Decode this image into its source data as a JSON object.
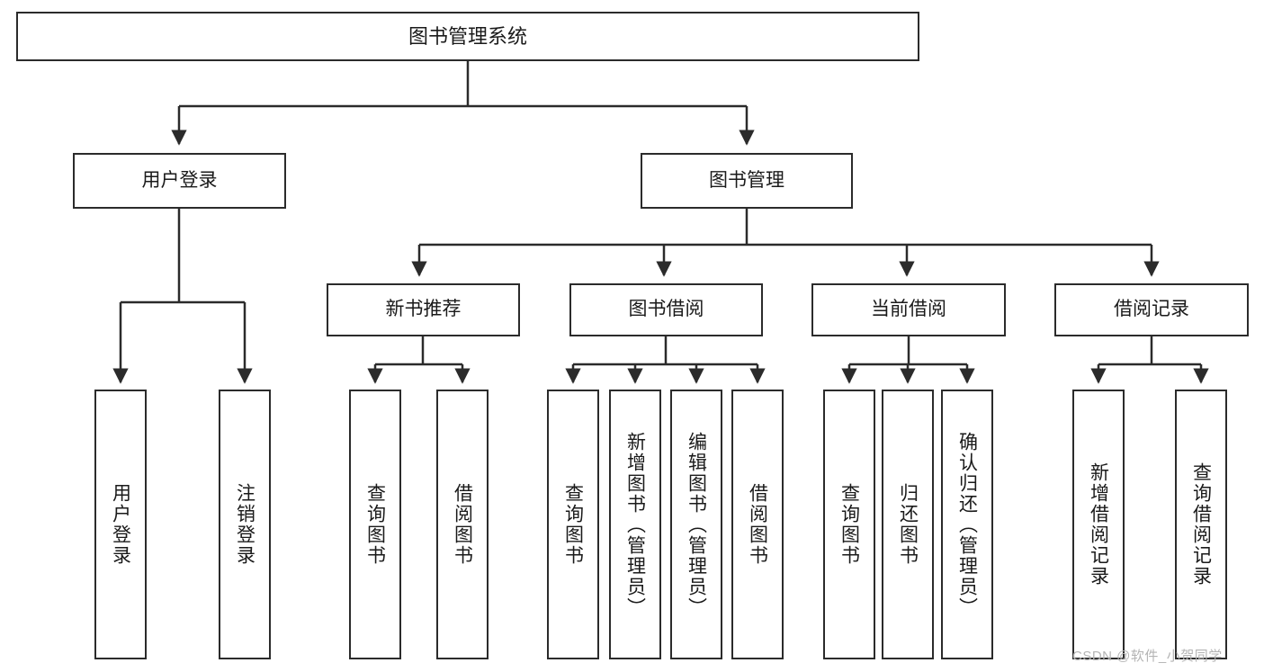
{
  "diagram": {
    "title_node": {
      "label": "图书管理系统"
    },
    "level2": [
      {
        "label": "用户登录"
      },
      {
        "label": "图书管理"
      }
    ],
    "level3": [
      {
        "label": "新书推荐"
      },
      {
        "label": "图书借阅"
      },
      {
        "label": "当前借阅"
      },
      {
        "label": "借阅记录"
      }
    ],
    "leaves": {
      "user_login": [
        {
          "label": "用户登录"
        },
        {
          "label": "注销登录"
        }
      ],
      "new_book_recommend": [
        {
          "label": "查询图书"
        },
        {
          "label": "借阅图书"
        }
      ],
      "book_borrow": [
        {
          "label": "查询图书"
        },
        {
          "label": "新增图书（管理员）"
        },
        {
          "label": "编辑图书（管理员）"
        },
        {
          "label": "借阅图书"
        }
      ],
      "current_borrow": [
        {
          "label": "查询图书"
        },
        {
          "label": "归还图书"
        },
        {
          "label": "确认归还（管理员）"
        }
      ],
      "borrow_record": [
        {
          "label": "新增借阅记录"
        },
        {
          "label": "查询借阅记录"
        }
      ]
    },
    "watermark": {
      "text": "CSDN @软件_小贺同学"
    },
    "colors": {
      "stroke": "#2b2b2b",
      "background": "#ffffff",
      "text": "#1a1a1a",
      "watermark": "#b4b4b4"
    }
  }
}
